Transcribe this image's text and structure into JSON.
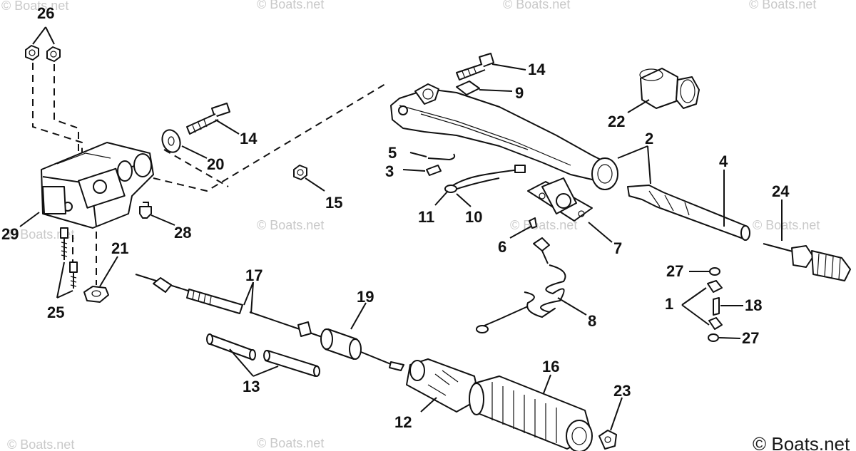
{
  "watermark": {
    "text": "© Boats.net",
    "copyright": "© Boats.net"
  },
  "callouts": {
    "c1": "1",
    "c2": "2",
    "c3": "3",
    "c4": "4",
    "c5": "5",
    "c6": "6",
    "c7": "7",
    "c8": "8",
    "c9": "9",
    "c10": "10",
    "c11": "11",
    "c12": "12",
    "c13": "13",
    "c14a": "14",
    "c14b": "14",
    "c15": "15",
    "c16": "16",
    "c17": "17",
    "c18": "18",
    "c19": "19",
    "c20": "20",
    "c21": "21",
    "c22": "22",
    "c23": "23",
    "c24": "24",
    "c25": "25",
    "c26": "26",
    "c27a": "27",
    "c27b": "27",
    "c28": "28",
    "c29": "29"
  }
}
